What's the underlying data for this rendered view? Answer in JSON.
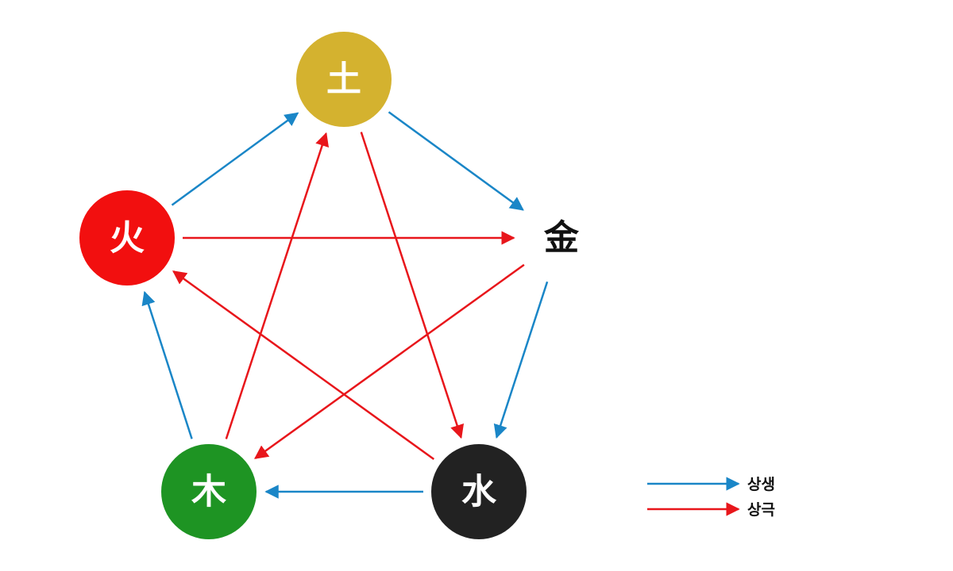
{
  "colors": {
    "earth": "#D4B22F",
    "fire": "#F20F0F",
    "wood": "#1E9423",
    "water": "#222222",
    "metal_text": "#111111",
    "node_text": "#FFFFFF",
    "generating_arrow": "#1A86C7",
    "overcoming_arrow": "#E8161B"
  },
  "nodes": {
    "earth": {
      "label": "土",
      "icon": "circle-node"
    },
    "fire": {
      "label": "火",
      "icon": "circle-node"
    },
    "metal": {
      "label": "金",
      "icon": "text-node"
    },
    "wood": {
      "label": "木",
      "icon": "circle-node"
    },
    "water": {
      "label": "水",
      "icon": "circle-node"
    }
  },
  "relations": {
    "generating": [
      {
        "from": "fire",
        "to": "earth"
      },
      {
        "from": "earth",
        "to": "metal"
      },
      {
        "from": "metal",
        "to": "water"
      },
      {
        "from": "water",
        "to": "wood"
      },
      {
        "from": "wood",
        "to": "fire"
      }
    ],
    "overcoming": [
      {
        "from": "fire",
        "to": "metal"
      },
      {
        "from": "metal",
        "to": "wood"
      },
      {
        "from": "wood",
        "to": "earth"
      },
      {
        "from": "earth",
        "to": "water"
      },
      {
        "from": "water",
        "to": "fire"
      }
    ]
  },
  "legend": {
    "generating_label": "상생",
    "overcoming_label": "상극"
  }
}
